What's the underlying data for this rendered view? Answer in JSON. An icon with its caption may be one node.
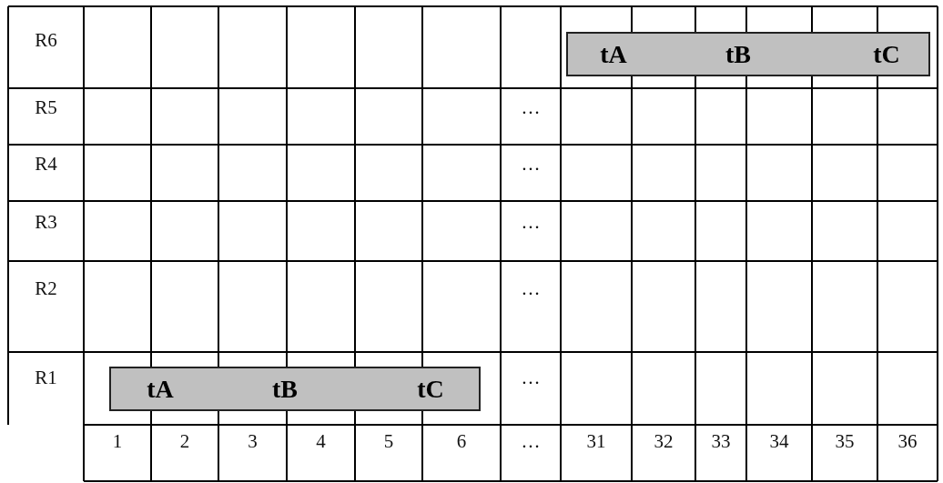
{
  "diagram": {
    "nodes": [
      {
        "text": [
          "tA",
          "tB",
          "tC"
        ]
      },
      {
        "text": [
          "tA",
          "tB",
          "tC"
        ]
      }
    ],
    "labels": [
      "R6",
      "R5",
      "…",
      "R4",
      "…",
      "R3",
      "…",
      "R2",
      "…",
      "R1",
      "…",
      "1",
      "2",
      "3",
      "4",
      "5",
      "6",
      "…",
      "31",
      "32",
      "33",
      "34",
      "35",
      "36"
    ]
  }
}
